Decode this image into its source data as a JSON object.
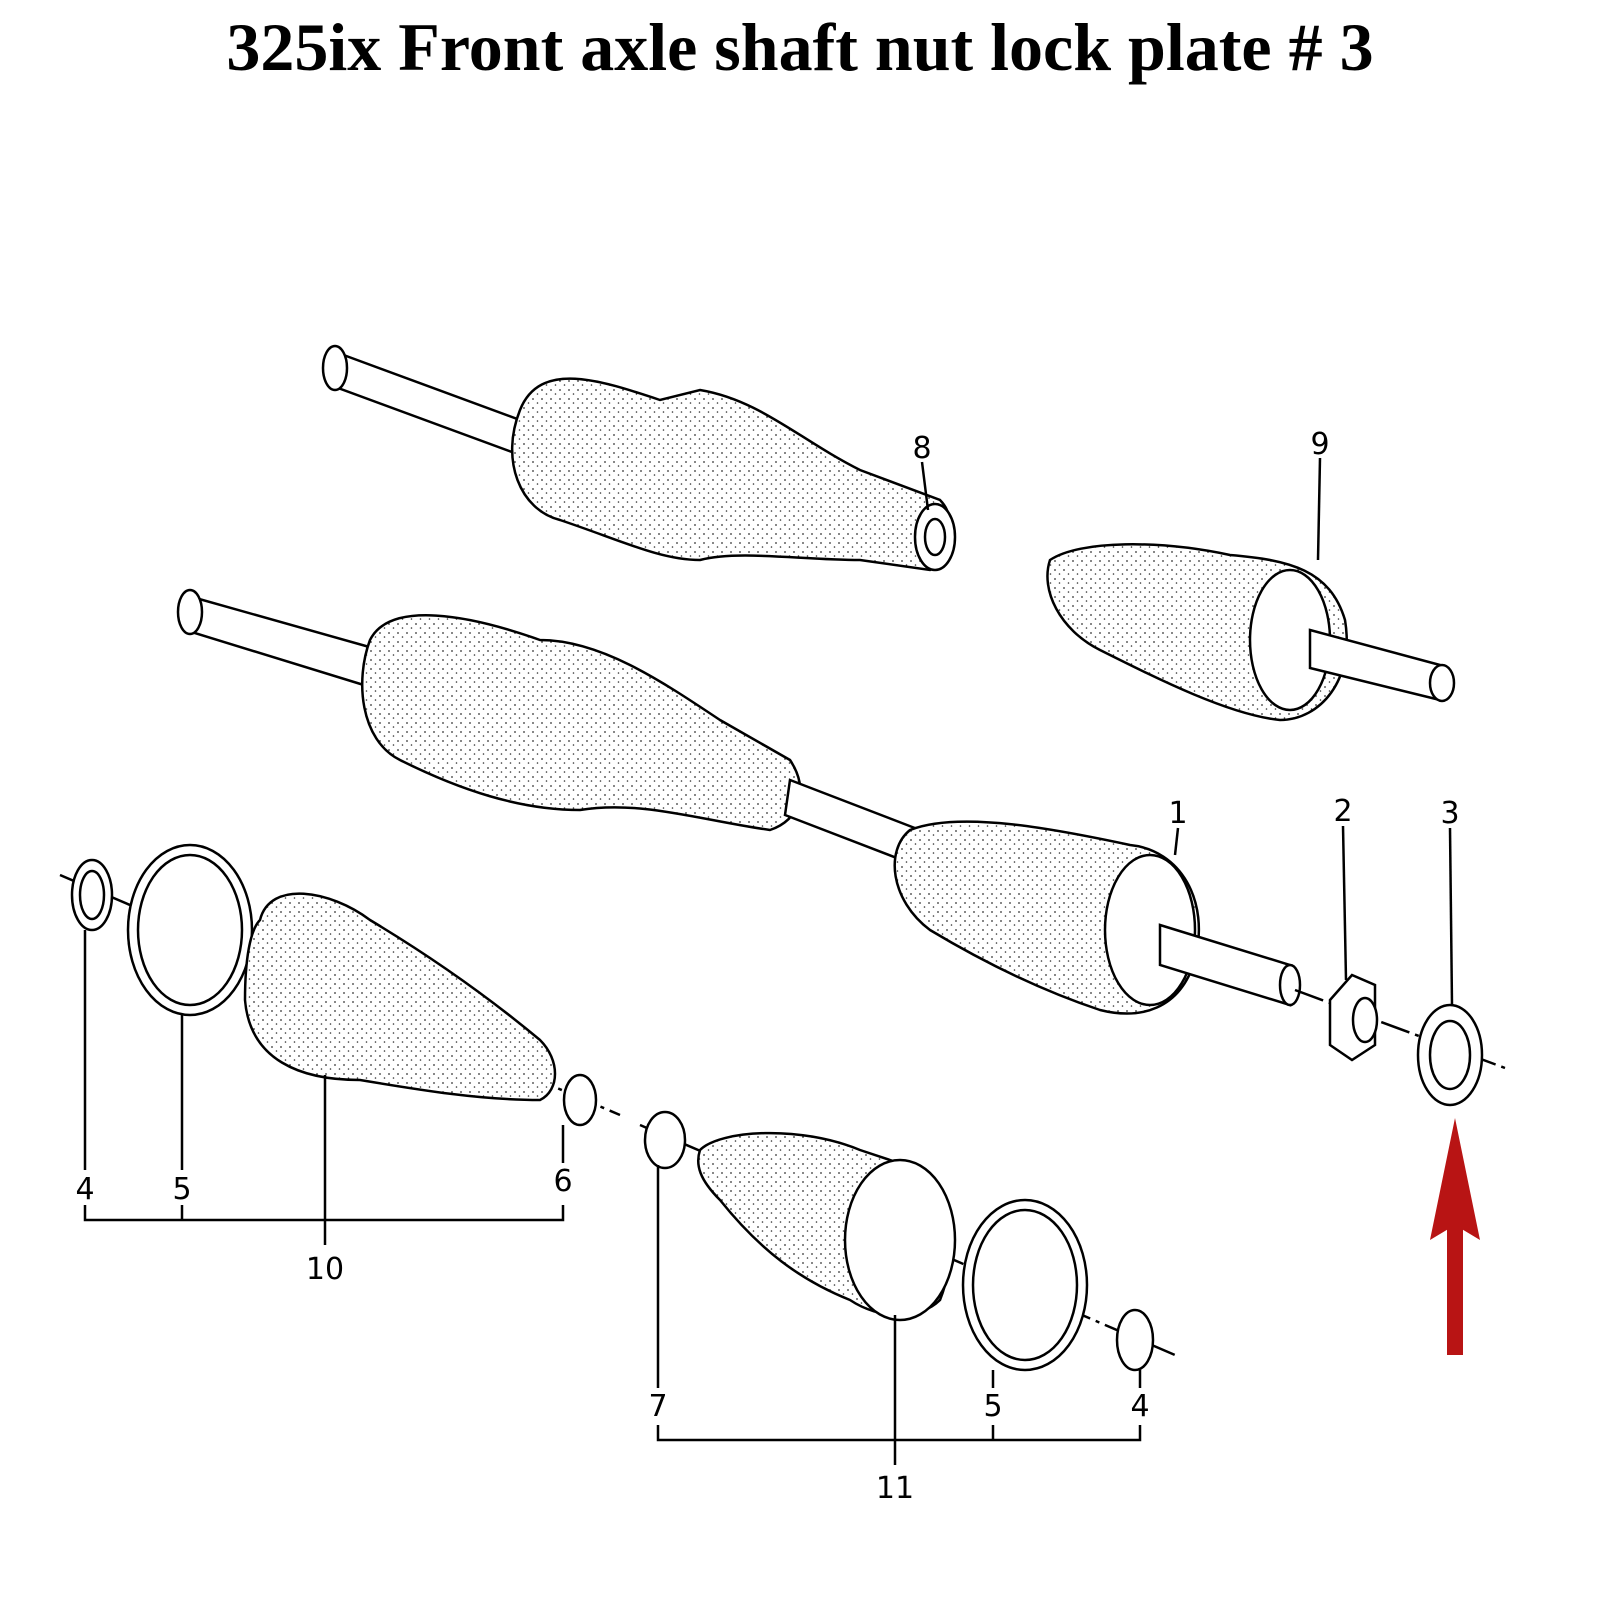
{
  "title": "325ix Front axle shaft nut lock plate # 3",
  "callouts": [
    "1",
    "2",
    "3",
    "4",
    "5",
    "6",
    "7",
    "8",
    "9",
    "10",
    "11"
  ],
  "arrow": {
    "color": "#b81414",
    "points_to": "3"
  }
}
